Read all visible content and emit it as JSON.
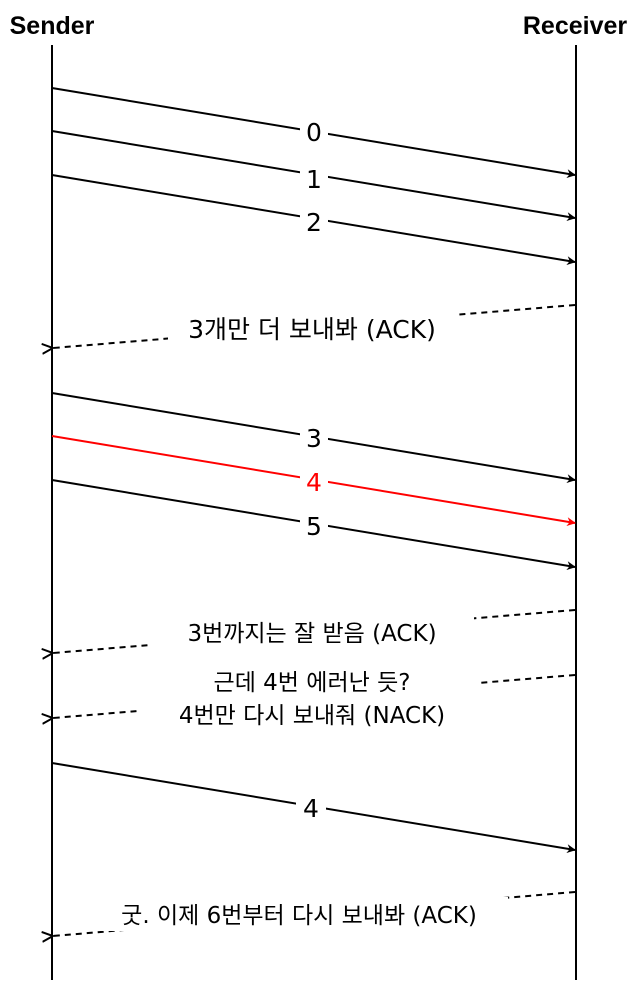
{
  "participants": {
    "sender": "Sender",
    "receiver": "Receiver"
  },
  "colors": {
    "default": "#000000",
    "error": "#ff0000"
  },
  "messages": [
    {
      "label": "0",
      "direction": "to-receiver",
      "style": "solid",
      "color": "default"
    },
    {
      "label": "1",
      "direction": "to-receiver",
      "style": "solid",
      "color": "default"
    },
    {
      "label": "2",
      "direction": "to-receiver",
      "style": "solid",
      "color": "default"
    },
    {
      "label": "3개만 더 보내봐 (ACK)",
      "direction": "to-sender",
      "style": "dashed",
      "color": "default"
    },
    {
      "label": "3",
      "direction": "to-receiver",
      "style": "solid",
      "color": "default"
    },
    {
      "label": "4",
      "direction": "to-receiver",
      "style": "solid",
      "color": "error"
    },
    {
      "label": "5",
      "direction": "to-receiver",
      "style": "solid",
      "color": "default"
    },
    {
      "label": "3번까지는 잘 받음 (ACK)",
      "direction": "to-sender",
      "style": "dashed",
      "color": "default"
    },
    {
      "label_lines": [
        "근데 4번 에러난 듯?",
        "4번만 다시 보내줘 (NACK)"
      ],
      "direction": "to-sender",
      "style": "dashed",
      "color": "default"
    },
    {
      "label": "4",
      "direction": "to-receiver",
      "style": "solid",
      "color": "default"
    },
    {
      "label": "굿. 이제 6번부터 다시 보내봐 (ACK)",
      "direction": "to-sender",
      "style": "dashed",
      "color": "default"
    }
  ]
}
